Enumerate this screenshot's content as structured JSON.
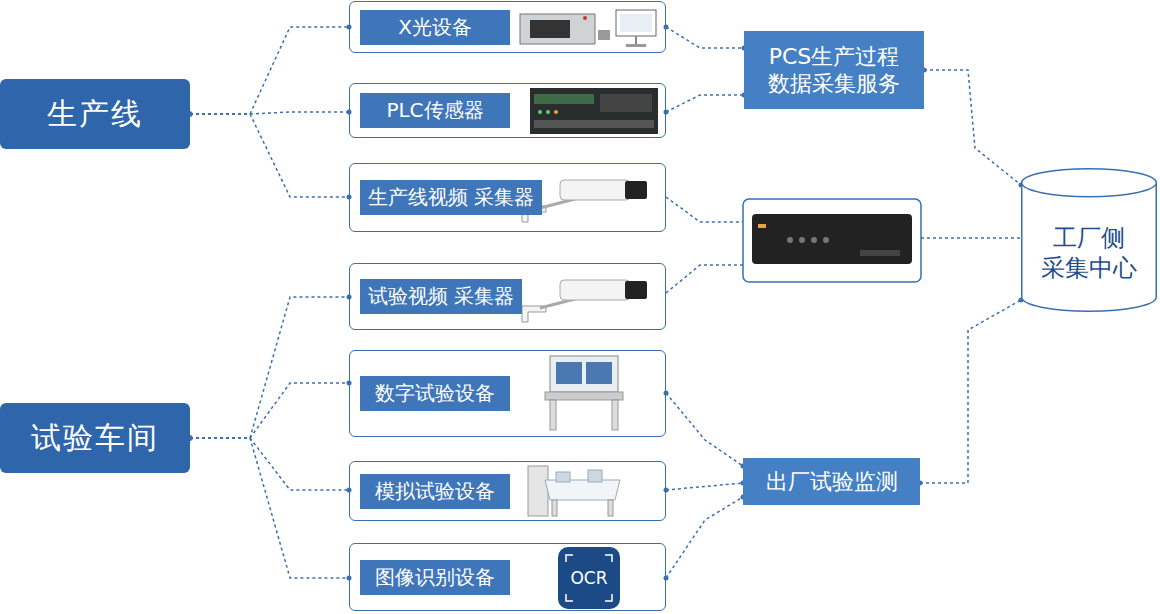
{
  "diagram": {
    "nodes": [
      {
        "text": [
          "生产线"
        ]
      },
      {
        "text": [
          "试验车间"
        ]
      },
      {
        "text": [
          "X光设备"
        ]
      },
      {
        "text": [
          "PLC传感器"
        ]
      },
      {
        "text": [
          "生产线视频 采集器"
        ]
      },
      {
        "text": [
          "试验视频 采集器"
        ]
      },
      {
        "text": [
          "数字试验设备"
        ]
      },
      {
        "text": [
          "模拟试验设备"
        ]
      },
      {
        "text": [
          "图像识别设备"
        ]
      },
      {
        "text": [
          "PCS生产过程 数据采集服务"
        ]
      },
      {
        "text": [
          "出厂试验监测"
        ]
      },
      {
        "text": [
          "工厂侧 采集中心"
        ]
      }
    ],
    "edges": [
      {
        "from": 0,
        "to": 2,
        "arrow": "none"
      },
      {
        "from": 0,
        "to": 3,
        "arrow": "none"
      },
      {
        "from": 0,
        "to": 4,
        "arrow": "none"
      },
      {
        "from": 1,
        "to": 5,
        "arrow": "none"
      },
      {
        "from": 1,
        "to": 6,
        "arrow": "none"
      },
      {
        "from": 1,
        "to": 7,
        "arrow": "none"
      },
      {
        "from": 1,
        "to": 8,
        "arrow": "none"
      },
      {
        "from": 2,
        "to": 9,
        "arrow": "none"
      },
      {
        "from": 3,
        "to": 9,
        "arrow": "none"
      },
      {
        "from": 9,
        "to": 11,
        "arrow": "none"
      },
      {
        "from": 6,
        "to": 10,
        "arrow": "none"
      },
      {
        "from": 7,
        "to": 10,
        "arrow": "none"
      },
      {
        "from": 8,
        "to": 10,
        "arrow": "none"
      },
      {
        "from": 10,
        "to": 11,
        "arrow": "none"
      }
    ],
    "labels": [
      "OCR"
    ]
  }
}
